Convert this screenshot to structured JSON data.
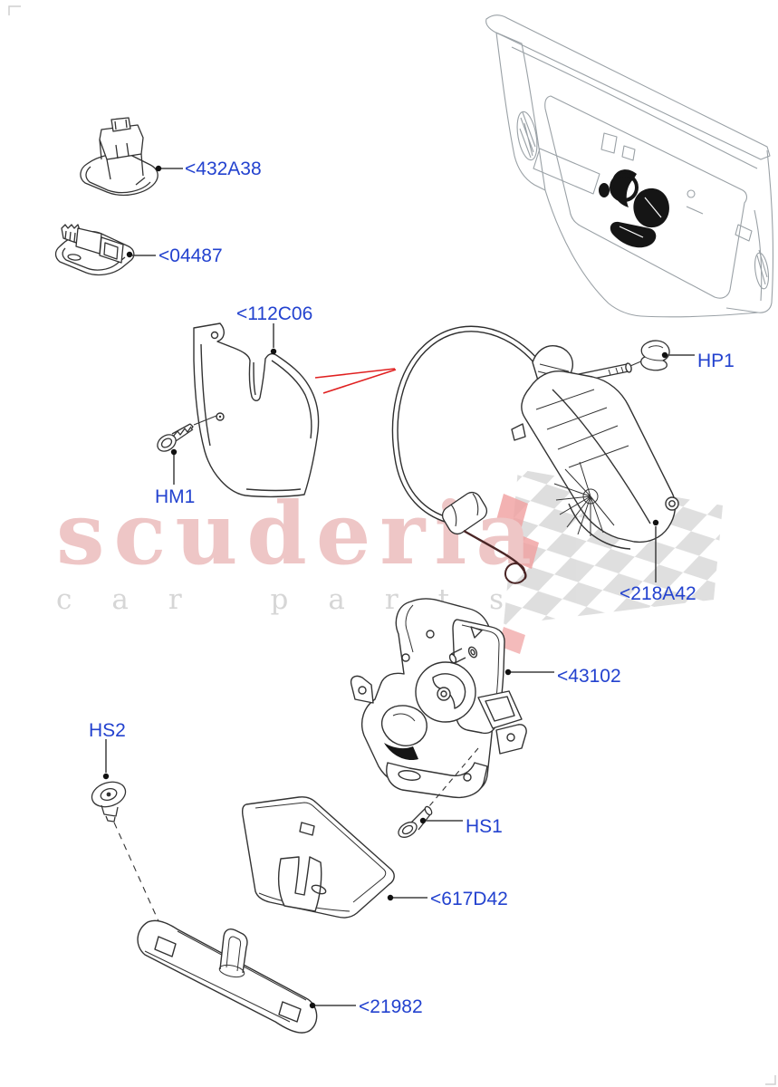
{
  "watermark": {
    "brand": "scuderia",
    "tagline": "car parts",
    "brand_color": "#eec6c6",
    "tagline_color": "#d6d6d6",
    "checker_gray": "#d9d9d9",
    "checker_red": "#ee8f8f"
  },
  "colors": {
    "label_blue": "#2342cf",
    "part_line": "#333333",
    "ghost_gray": "#9aa1a6",
    "leader_line": "#3f3f3f",
    "red_arrow": "#e02020"
  },
  "callouts": [
    {
      "id": "432A38",
      "text": "<432A38"
    },
    {
      "id": "04487",
      "text": "<04487"
    },
    {
      "id": "112C06",
      "text": "<112C06"
    },
    {
      "id": "HM1",
      "text": "HM1"
    },
    {
      "id": "HP1",
      "text": "HP1"
    },
    {
      "id": "218A42",
      "text": "<218A42"
    },
    {
      "id": "43102",
      "text": "<43102"
    },
    {
      "id": "HS1",
      "text": "HS1"
    },
    {
      "id": "HS2",
      "text": "HS2"
    },
    {
      "id": "617D42",
      "text": "<617D42"
    },
    {
      "id": "21982",
      "text": "<21982"
    }
  ]
}
